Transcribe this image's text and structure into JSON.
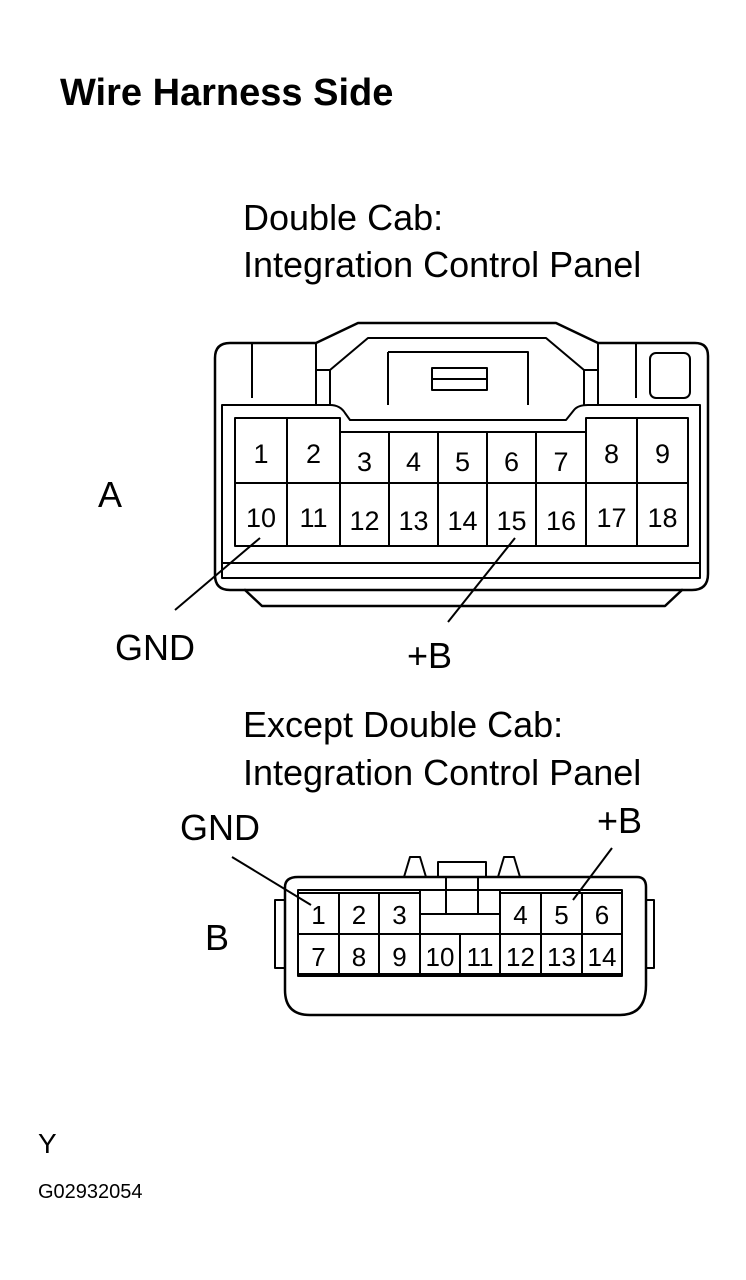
{
  "title": "Wire Harness Side",
  "connector_a": {
    "heading_line1": "Double Cab:",
    "heading_line2": "Integration Control Panel",
    "label": "A",
    "row1": [
      "1",
      "2",
      "3",
      "4",
      "5",
      "6",
      "7",
      "8",
      "9"
    ],
    "row2": [
      "10",
      "11",
      "12",
      "13",
      "14",
      "15",
      "16",
      "17",
      "18"
    ],
    "gnd_label": "GND",
    "plusb_label": "+B"
  },
  "connector_b": {
    "heading_line1": "Except Double Cab:",
    "heading_line2": "Integration Control Panel",
    "label": "B",
    "row1": [
      "1",
      "2",
      "3",
      "4",
      "5",
      "6"
    ],
    "row2": [
      "7",
      "8",
      "9",
      "10",
      "11",
      "12",
      "13",
      "14"
    ],
    "gnd_label": "GND",
    "plusb_label": "+B"
  },
  "footer": {
    "letter": "Y",
    "code": "G02932054"
  }
}
